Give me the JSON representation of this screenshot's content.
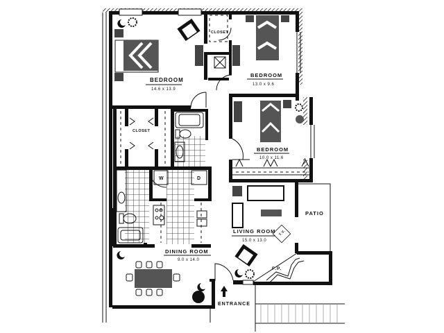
{
  "floor_plan": {
    "rooms": [
      {
        "id": "bedroom-1",
        "label": "BEDROOM",
        "dimensions": "14.6 x 13.9"
      },
      {
        "id": "bedroom-2",
        "label": "BEDROOM",
        "dimensions": "13.0 x 9.6"
      },
      {
        "id": "bedroom-3",
        "label": "BEDROOM",
        "dimensions": "10.0 x 11.6"
      },
      {
        "id": "living-room",
        "label": "LIVING ROOM",
        "dimensions": "15.0 x 13.0"
      },
      {
        "id": "dining-room",
        "label": "DINING ROOM",
        "dimensions": "9.0 x 14.0"
      },
      {
        "id": "patio",
        "label": "PATIO"
      }
    ],
    "closets": [
      {
        "id": "closet-1",
        "label": "CLOSET"
      },
      {
        "id": "closet-2",
        "label": "CLOSET"
      }
    ],
    "appliances": {
      "washer": "W",
      "dryer": "D"
    },
    "fireplace_label": "F.P.",
    "tv_label": "T.V.",
    "entrance_label": "ENTRANCE",
    "colors": {
      "ink": "#111111",
      "paper": "#ffffff"
    }
  }
}
